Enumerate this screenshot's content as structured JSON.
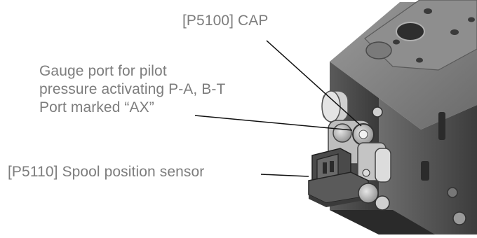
{
  "callouts": {
    "cap": "[P5100] CAP",
    "gauge_lines": [
      "Gauge port for pilot",
      "pressure activating P-A, B-T",
      "Port marked “AX”"
    ],
    "sensor": "[P5110] Spool position sensor"
  },
  "colors": {
    "label_text": "#7d7d7d",
    "leader_line": "#111111",
    "body_light": "#a9a9a9",
    "body_mid": "#7f7f7f",
    "body_dark": "#4a4a4a",
    "body_darkest": "#2f2f2f"
  }
}
